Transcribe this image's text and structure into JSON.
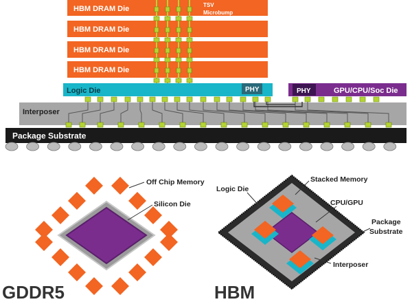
{
  "top": {
    "die_labels": [
      "HBM DRAM Die",
      "HBM DRAM Die",
      "HBM DRAM Die",
      "HBM DRAM Die"
    ],
    "tsv_label": "TSV",
    "microbump_label": "Microbump",
    "logic_die_label": "Logic Die",
    "phy_label_left": "PHY",
    "phy_label_right": "PHY",
    "gpu_label": "GPU/CPU/Soc Die",
    "interposer_label": "Interposer",
    "package_label": "Package Substrate"
  },
  "gddr5": {
    "title": "GDDR5",
    "off_chip_label": "Off Chip Memory",
    "silicon_die_label": "Silicon Die"
  },
  "hbm": {
    "title": "HBM",
    "logic_die_label": "Logic Die",
    "stacked_memory_label": "Stacked Memory",
    "cpu_gpu_label": "CPU/GPU",
    "package_label_1": "Package",
    "package_label_2": "Substrate",
    "interposer_label": "Interposer"
  },
  "colors": {
    "orange": "#f26522",
    "orange_border": "#ffffff",
    "green_bump": "#b5d334",
    "cyan": "#19b5c9",
    "purple": "#7b2d8e",
    "purple_dark": "#5a1f6b",
    "gray": "#a6a6a6",
    "black": "#1a1a1a"
  }
}
